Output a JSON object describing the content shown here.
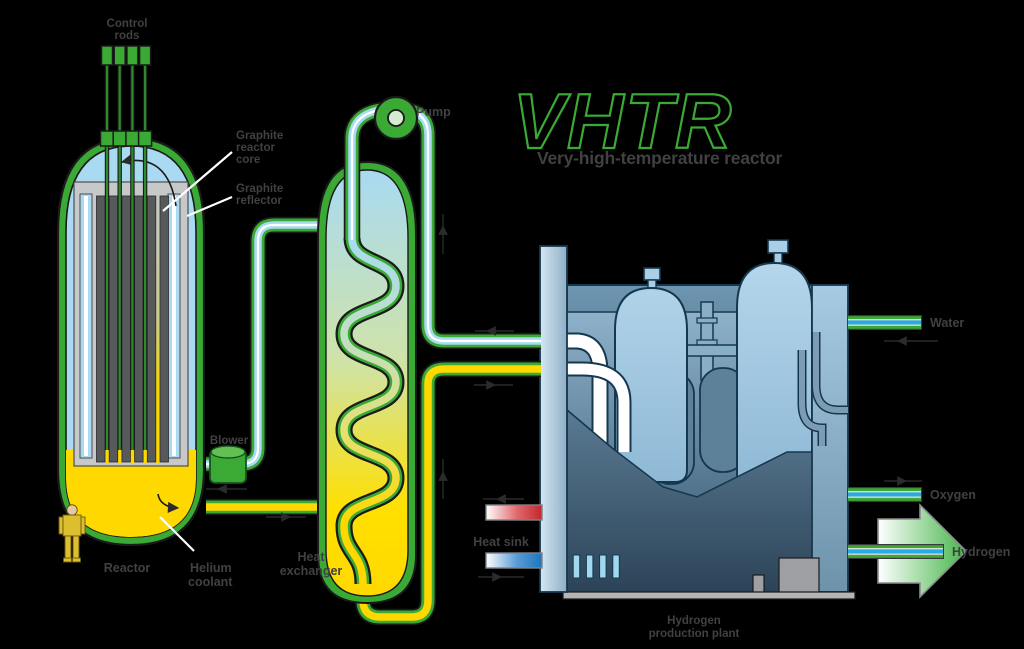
{
  "title": {
    "acronym": "VHTR",
    "subtitle": "Very-high-temperature reactor"
  },
  "labels": {
    "control_rods": [
      "Control",
      "rods"
    ],
    "graphite_core": [
      "Graphite",
      "reactor",
      "core"
    ],
    "graphite_reflector": [
      "Graphite",
      "reflector"
    ],
    "pump": "Pump",
    "blower": "Blower",
    "reactor": "Reactor",
    "helium_coolant": [
      "Helium",
      "coolant"
    ],
    "heat_exchanger": [
      "Heat",
      "exchanger"
    ],
    "heat_sink": "Heat sink",
    "hydrogen_plant": [
      "Hydrogen",
      "production plant"
    ],
    "water": "Water",
    "oxygen": "Oxygen",
    "hydrogen": "Hydrogen"
  },
  "colors": {
    "pipe_green": "#3aaa35",
    "hot_yellow": "#ffd800",
    "coolant_blue": "#a9daf2",
    "stripe_cyan": "#29abe2",
    "label_gray": "#414042",
    "core_dark_gray": "#58595b",
    "core_light_gray": "#c7c8ca",
    "plant_vessel_blue": "#a9cfe6",
    "plant_dark": "#2b4256",
    "heat_sink_hot": "#c1272d",
    "heat_sink_cold": "#1c75bc",
    "hydrogen_arrow_green": "#45b649",
    "title_green": "#3aaa35"
  }
}
